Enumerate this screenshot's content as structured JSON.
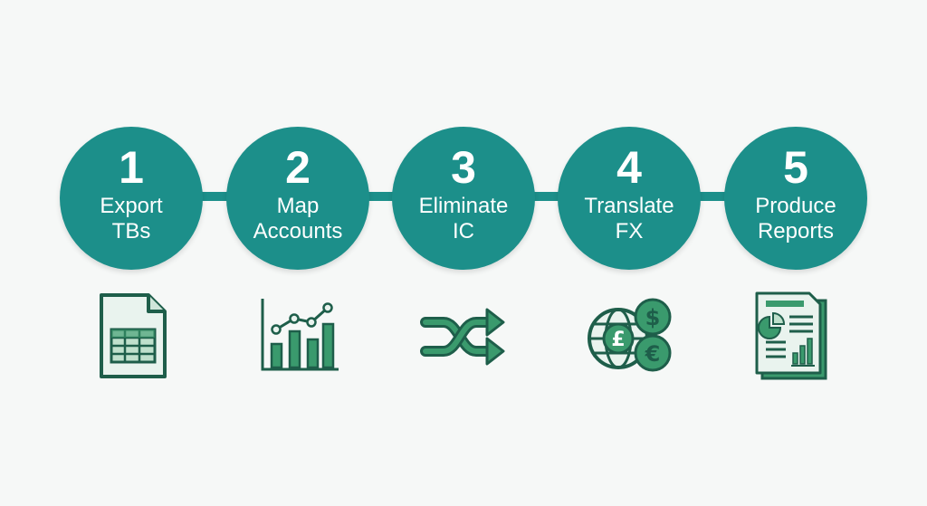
{
  "colors": {
    "circle": "#1c8f8a",
    "icon_dark": "#1e5e4a",
    "icon_mid": "#3a9a6d",
    "icon_light": "#e9f3ee"
  },
  "steps": [
    {
      "number": "1",
      "label_line1": "Export",
      "label_line2": "TBs",
      "icon": "spreadsheet-icon"
    },
    {
      "number": "2",
      "label_line1": "Map",
      "label_line2": "Accounts",
      "icon": "bar-line-chart-icon"
    },
    {
      "number": "3",
      "label_line1": "Eliminate",
      "label_line2": "IC",
      "icon": "shuffle-arrows-icon"
    },
    {
      "number": "4",
      "label_line1": "Translate",
      "label_line2": "FX",
      "icon": "globe-currency-icon"
    },
    {
      "number": "5",
      "label_line1": "Produce",
      "label_line2": "Reports",
      "icon": "report-documents-icon"
    }
  ],
  "currency_symbols": {
    "pound": "£",
    "dollar": "$",
    "euro": "€"
  }
}
